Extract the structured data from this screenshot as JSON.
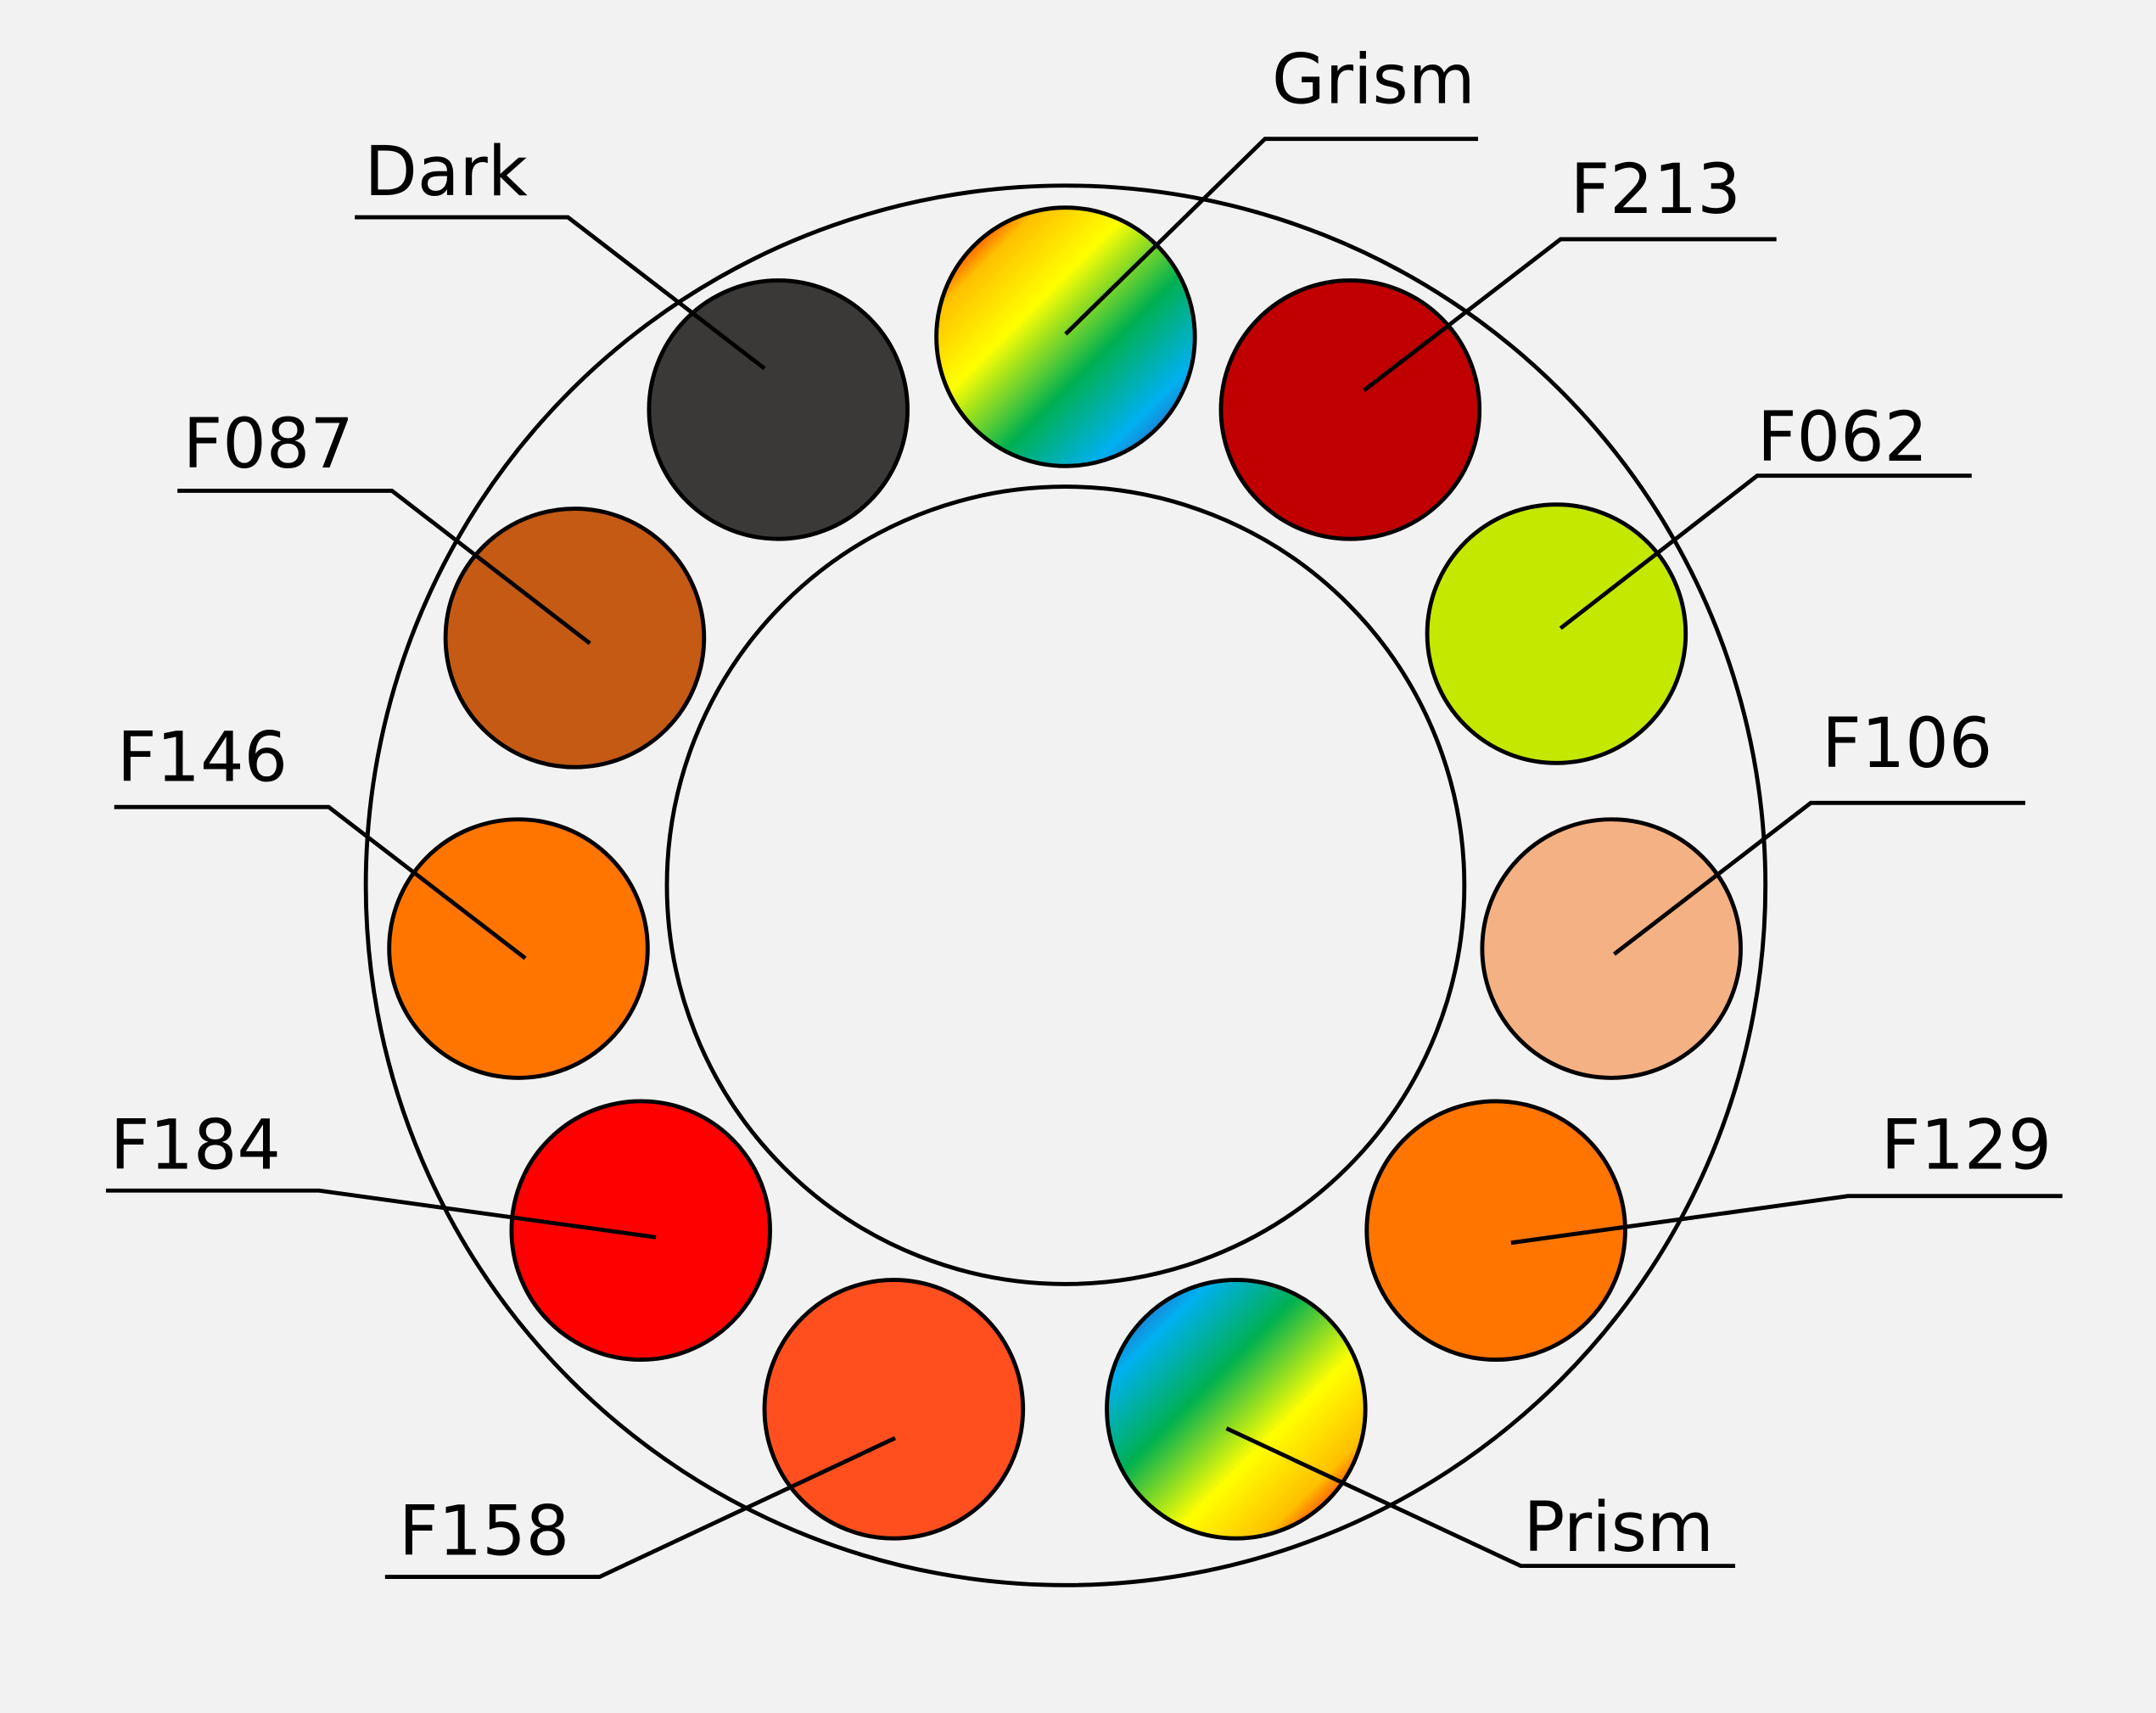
{
  "title": "Filter wheel",
  "filters": [
    {
      "label": "Grism",
      "color": "gradient"
    },
    {
      "label": "F213",
      "color": "#C00000"
    },
    {
      "label": "F062",
      "color": "#C4E800"
    },
    {
      "label": "F106",
      "color": "#F4B183"
    },
    {
      "label": "F129",
      "color": "#FF7500"
    },
    {
      "label": "Prism",
      "color": "gradient"
    },
    {
      "label": "F158",
      "color": "#FF4F1F"
    },
    {
      "label": "F184",
      "color": "#FF0000"
    },
    {
      "label": "F146",
      "color": "#FF7500"
    },
    {
      "label": "F087",
      "color": "#C45A14"
    },
    {
      "label": "Dark",
      "color": "#3B3937"
    }
  ]
}
